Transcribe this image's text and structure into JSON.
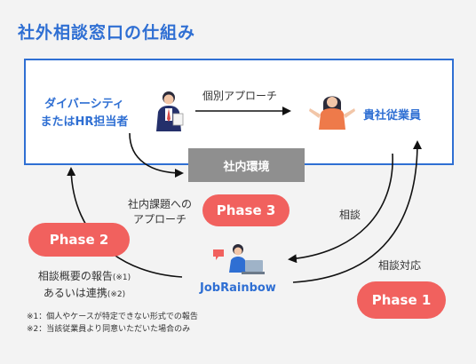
{
  "title": "社外相談窓口の仕組み",
  "environment_label": "社内環境",
  "nodes": {
    "hr_line1": "ダイバーシティ",
    "hr_line2": "またはHR担当者",
    "employees": "貴社従業員",
    "jobrainbow": "JobRainbow"
  },
  "edges": {
    "individual_approach": "個別アプローチ",
    "internal_issues_line1": "社内課題への",
    "internal_issues_line2": "アプローチ",
    "consultation": "相談",
    "consultation_response": "相談対応",
    "report_line1": "相談概要の報告",
    "report_note1": "(※1)",
    "report_line2": "あるいは連携",
    "report_note2": "(※2)"
  },
  "phases": {
    "phase1": "Phase 1",
    "phase2": "Phase 2",
    "phase3": "Phase 3"
  },
  "footnotes": [
    "※1：個人やケースが特定できない形式での報告",
    "※2：当該従業員より同意いただいた場合のみ"
  ]
}
